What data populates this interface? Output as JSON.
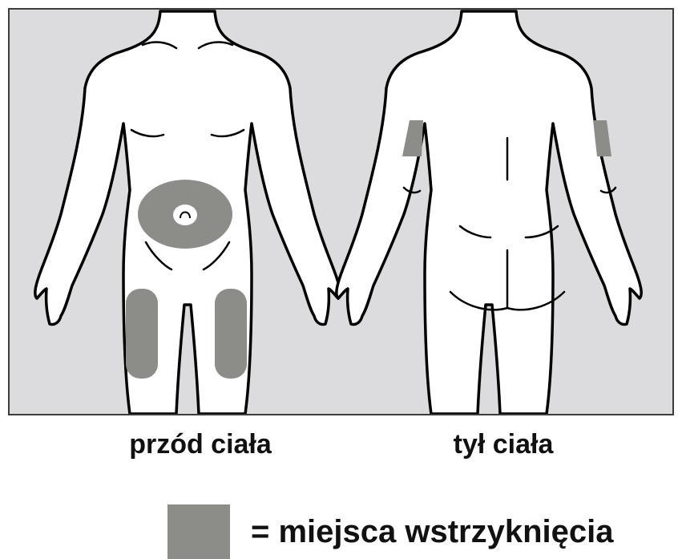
{
  "captions": {
    "front": "przód ciała",
    "back": "tył ciała"
  },
  "legend": {
    "label": "= miejsca wstrzyknięcia"
  },
  "colors": {
    "background": "#dcdcde",
    "body_fill": "#ffffff",
    "outline": "#000000",
    "injection_site": "#8c8c88"
  },
  "injection_sites": [
    "abdomen",
    "left-thigh",
    "right-thigh",
    "left-upper-arm",
    "right-upper-arm"
  ]
}
